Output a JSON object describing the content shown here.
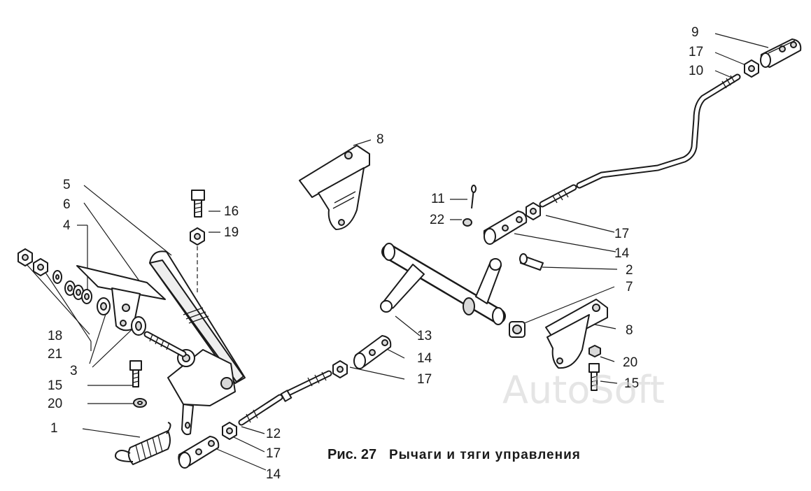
{
  "figure": {
    "number": "Рис. 27",
    "title": "Рычаги и тяги управления"
  },
  "watermark": "AutoSoft",
  "callouts": [
    {
      "id": "c9",
      "label": "9"
    },
    {
      "id": "c17a",
      "label": "17"
    },
    {
      "id": "c10",
      "label": "10"
    },
    {
      "id": "c8a",
      "label": "8"
    },
    {
      "id": "c5",
      "label": "5"
    },
    {
      "id": "c6",
      "label": "6"
    },
    {
      "id": "c4",
      "label": "4"
    },
    {
      "id": "c16",
      "label": "16"
    },
    {
      "id": "c19",
      "label": "19"
    },
    {
      "id": "c11",
      "label": "11"
    },
    {
      "id": "c22",
      "label": "22"
    },
    {
      "id": "c17b",
      "label": "17"
    },
    {
      "id": "c14a",
      "label": "14"
    },
    {
      "id": "c2",
      "label": "2"
    },
    {
      "id": "c7",
      "label": "7"
    },
    {
      "id": "c8b",
      "label": "8"
    },
    {
      "id": "c18",
      "label": "18"
    },
    {
      "id": "c21",
      "label": "21"
    },
    {
      "id": "c3",
      "label": "3"
    },
    {
      "id": "c13",
      "label": "13"
    },
    {
      "id": "c14b",
      "label": "14"
    },
    {
      "id": "c17c",
      "label": "17"
    },
    {
      "id": "c20a",
      "label": "20"
    },
    {
      "id": "c15a",
      "label": "15"
    },
    {
      "id": "c15b",
      "label": "15"
    },
    {
      "id": "c20b",
      "label": "20"
    },
    {
      "id": "c1",
      "label": "1"
    },
    {
      "id": "c12",
      "label": "12"
    },
    {
      "id": "c17d",
      "label": "17"
    },
    {
      "id": "c14c",
      "label": "14"
    }
  ]
}
